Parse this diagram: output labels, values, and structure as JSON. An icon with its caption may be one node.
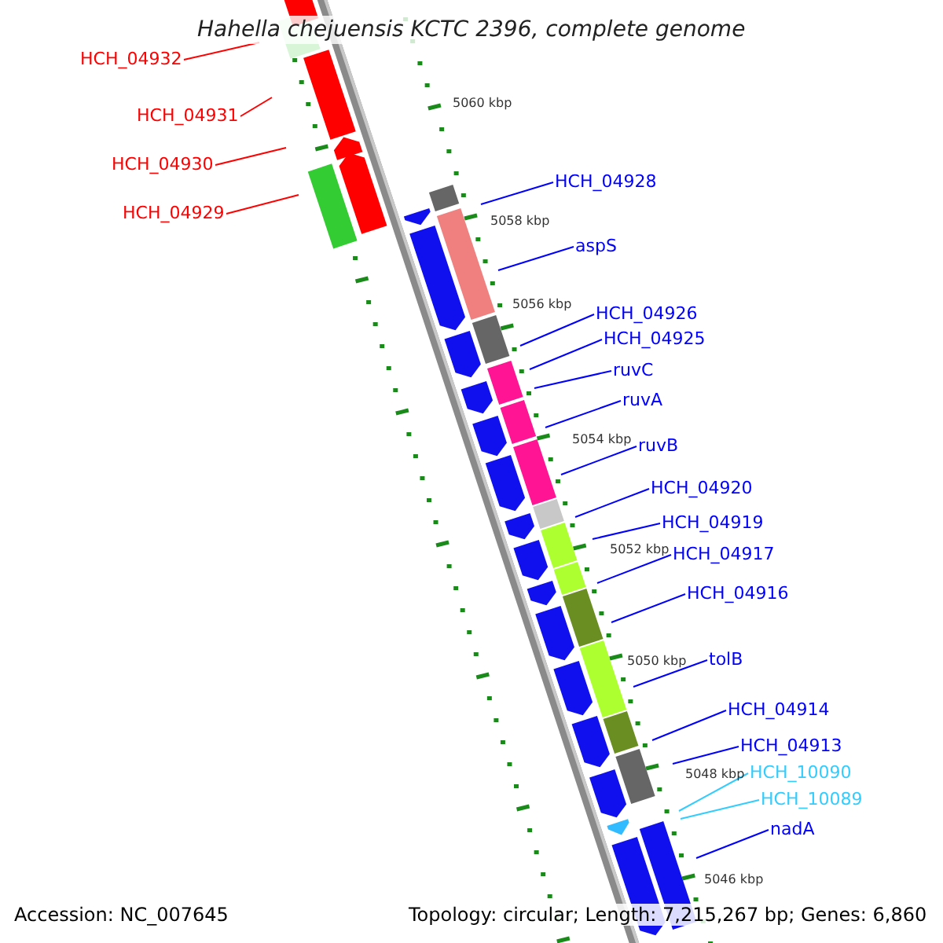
{
  "diagram": {
    "title": "Hahella chejuensis KCTC 2396, complete genome",
    "nodes": [
      {
        "text": [
          "HCH_04932"
        ]
      },
      {
        "text": [
          "HCH_04931"
        ]
      },
      {
        "text": [
          "HCH_04930"
        ]
      },
      {
        "text": [
          "HCH_04929"
        ]
      },
      {
        "text": [
          "HCH_04928"
        ]
      },
      {
        "text": [
          "aspS"
        ]
      },
      {
        "text": [
          "HCH_04926"
        ]
      },
      {
        "text": [
          "HCH_04925"
        ]
      },
      {
        "text": [
          "ruvC"
        ]
      },
      {
        "text": [
          "ruvA"
        ]
      },
      {
        "text": [
          "ruvB"
        ]
      },
      {
        "text": [
          "HCH_04920"
        ]
      },
      {
        "text": [
          "HCH_04919"
        ]
      },
      {
        "text": [
          "HCH_04917"
        ]
      },
      {
        "text": [
          "HCH_04916"
        ]
      },
      {
        "text": [
          "tolB"
        ]
      },
      {
        "text": [
          "HCH_04914"
        ]
      },
      {
        "text": [
          "HCH_04913"
        ]
      },
      {
        "text": [
          "HCH_10090"
        ]
      },
      {
        "text": [
          "HCH_10089"
        ]
      },
      {
        "text": [
          "nadA"
        ]
      }
    ],
    "edges": [
      {
        "from": 0,
        "to": null,
        "arrow": "none",
        "color": "#ff0000"
      },
      {
        "from": 1,
        "to": null,
        "arrow": "none",
        "color": "#ff0000"
      },
      {
        "from": 2,
        "to": null,
        "arrow": "none",
        "color": "#ff0000"
      },
      {
        "from": 3,
        "to": null,
        "arrow": "none",
        "color": "#ff0000"
      },
      {
        "from": 4,
        "to": null,
        "arrow": "none"
      },
      {
        "from": 5,
        "to": null,
        "arrow": "none"
      },
      {
        "from": 6,
        "to": null,
        "arrow": "none"
      },
      {
        "from": 7,
        "to": null,
        "arrow": "none"
      },
      {
        "from": 8,
        "to": null,
        "arrow": "none"
      },
      {
        "from": 9,
        "to": null,
        "arrow": "none"
      },
      {
        "from": 10,
        "to": null,
        "arrow": "none"
      },
      {
        "from": 11,
        "to": null,
        "arrow": "none"
      },
      {
        "from": 12,
        "to": null,
        "arrow": "none"
      },
      {
        "from": 13,
        "to": null,
        "arrow": "none"
      },
      {
        "from": 14,
        "to": null,
        "arrow": "none"
      },
      {
        "from": 15,
        "to": null,
        "arrow": "none"
      },
      {
        "from": 16,
        "to": null,
        "arrow": "none"
      },
      {
        "from": 17,
        "to": null,
        "arrow": "none"
      },
      {
        "from": 18,
        "to": null,
        "arrow": "none",
        "color": "#33ccff"
      },
      {
        "from": 19,
        "to": null,
        "arrow": "none",
        "color": "#33ccff"
      },
      {
        "from": 20,
        "to": null,
        "arrow": "none"
      }
    ],
    "labels": [
      "5060 kbp",
      "5058 kbp",
      "5056 kbp",
      "5054 kbp",
      "5052 kbp",
      "5050 kbp",
      "5048 kbp",
      "5046 kbp",
      "Accession: NC_007645",
      "Topology: circular; Length: 7,215,267 bp; Genes: 6,860"
    ]
  }
}
